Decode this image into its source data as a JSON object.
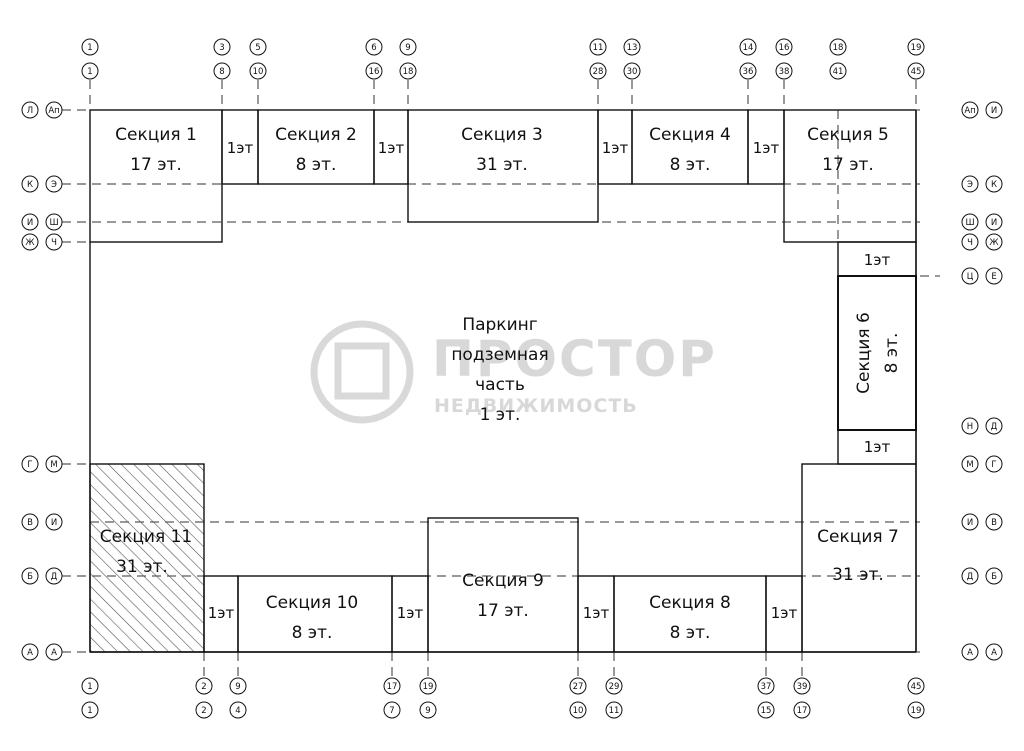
{
  "sections": {
    "s1": {
      "name": "Секция 1",
      "floors": "17 эт."
    },
    "s2": {
      "name": "Секция 2",
      "floors": "8 эт."
    },
    "s3": {
      "name": "Секция 3",
      "floors": "31 эт."
    },
    "s4": {
      "name": "Секция 4",
      "floors": "8 эт."
    },
    "s5": {
      "name": "Секция 5",
      "floors": "17 эт."
    },
    "s6": {
      "name": "Секция 6",
      "floors": "8 эт."
    },
    "s7": {
      "name": "Секция 7",
      "floors": "31 эт."
    },
    "s8": {
      "name": "Секция 8",
      "floors": "8 эт."
    },
    "s9": {
      "name": "Секция 9",
      "floors": "17 эт."
    },
    "s10": {
      "name": "Секция 10",
      "floors": "8 эт."
    },
    "s11": {
      "name": "Секция 11",
      "floors": "31 эт."
    }
  },
  "connector_label": "1эт",
  "parking": [
    "Паркинг",
    "подземная",
    "часть",
    "1 эт."
  ],
  "watermark": {
    "brand": "ПРОСТОР",
    "sub": "НЕДВИЖИМОСТЬ"
  },
  "top_axes": [
    [
      "1",
      "1"
    ],
    [
      "3",
      "8"
    ],
    [
      "5",
      "10"
    ],
    [
      "6",
      "16"
    ],
    [
      "9",
      "18"
    ],
    [
      "11",
      "28"
    ],
    [
      "13",
      "30"
    ],
    [
      "14",
      "36"
    ],
    [
      "16",
      "38"
    ],
    [
      "18",
      "41"
    ],
    [
      "19",
      "45"
    ]
  ],
  "bottom_axes": [
    [
      "1",
      "1"
    ],
    [
      "2",
      "2"
    ],
    [
      "9",
      "4"
    ],
    [
      "17",
      "7"
    ],
    [
      "19",
      "9"
    ],
    [
      "27",
      "10"
    ],
    [
      "29",
      "11"
    ],
    [
      "37",
      "15"
    ],
    [
      "39",
      "17"
    ],
    [
      "45",
      "19"
    ]
  ],
  "left_axes": [
    [
      "Л",
      "Ап"
    ],
    [
      "К",
      "Э"
    ],
    [
      "И",
      "Ш"
    ],
    [
      "Ж",
      "Ч"
    ],
    [
      "Г",
      "М"
    ],
    [
      "В",
      "И"
    ],
    [
      "Б",
      "Д"
    ],
    [
      "А",
      "А"
    ]
  ],
  "right_axes": [
    [
      "Ап",
      "И"
    ],
    [
      "Э",
      "К"
    ],
    [
      "Ш",
      "И"
    ],
    [
      "Ч",
      "Ж"
    ],
    [
      "Ц",
      "Е"
    ],
    [
      "Н",
      "Д"
    ],
    [
      "М",
      "Г"
    ],
    [
      "И",
      "В"
    ],
    [
      "Д",
      "Б"
    ],
    [
      "А",
      "А"
    ]
  ],
  "colors": {
    "line": "#111111",
    "dash": "#333333",
    "hatch": "#555555",
    "watermark": "#b9b9b9"
  }
}
